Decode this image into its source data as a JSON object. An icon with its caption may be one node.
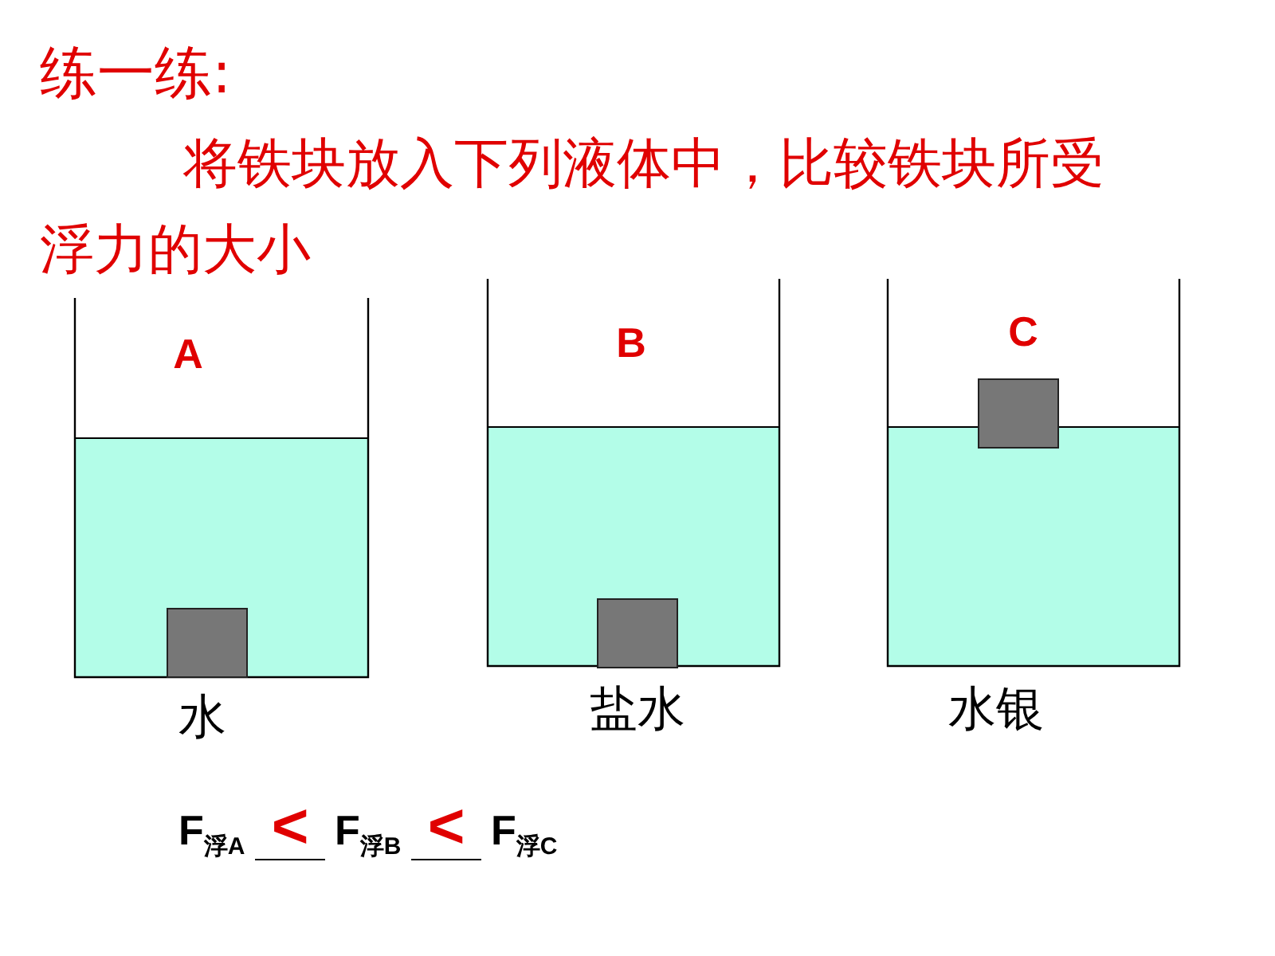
{
  "diagram": {
    "title": "练一练:",
    "nodes": [
      {
        "text": [
          "A"
        ],
        "beside": [
          "水"
        ]
      },
      {
        "text": [
          "B"
        ],
        "beside": [
          "盐水"
        ]
      },
      {
        "text": [
          "C"
        ],
        "beside": [
          "水银"
        ]
      }
    ],
    "labels": [
      "将铁块放入下列液体中，比较铁块所受浮力的大小",
      "F$_{浮A}$",
      "<",
      "F$_{浮B}$",
      "<",
      "F$_{浮C}$"
    ]
  }
}
